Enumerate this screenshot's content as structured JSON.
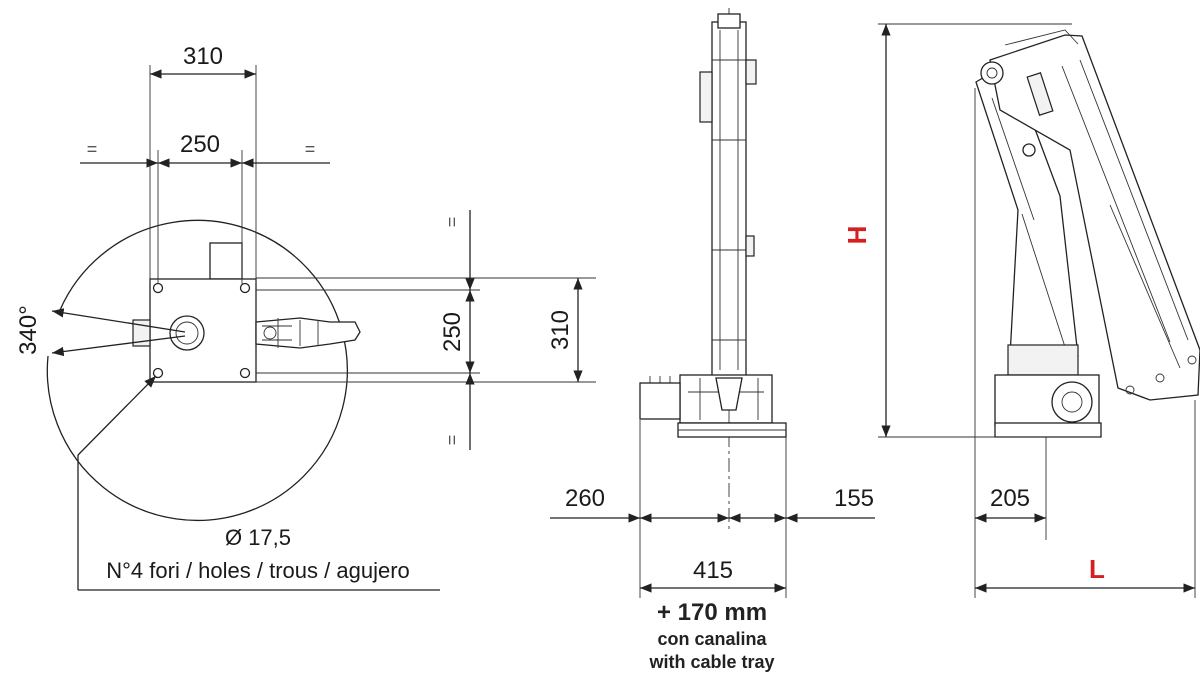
{
  "colors": {
    "accent_red": "#d62020",
    "line": "#222222"
  },
  "top_view": {
    "width_outer": "310",
    "width_inner": "250",
    "equal_left": "=",
    "equal_right": "=",
    "depth_inner": "250",
    "depth_outer": "310",
    "equal_top": "=",
    "equal_bottom": "=",
    "rotation": "340°",
    "hole_diameter": "Ø 17,5",
    "hole_note": "N°4 fori / holes / trous / agujero"
  },
  "front_view": {
    "left_offset": "260",
    "right_offset": "155",
    "base_width": "415",
    "extra": "+ 170 mm",
    "extra_note_it": "con canalina",
    "extra_note_en": "with cable tray"
  },
  "side_view": {
    "height_label": "H",
    "offset": "205",
    "length_label": "L"
  }
}
